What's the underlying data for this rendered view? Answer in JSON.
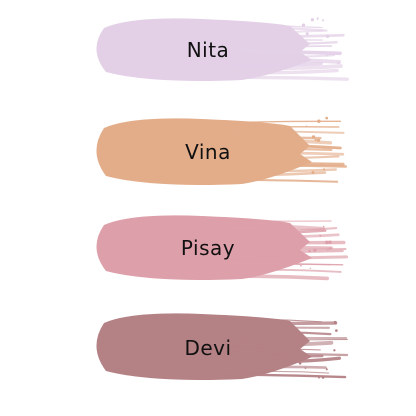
{
  "swatches": [
    {
      "name": "Nita",
      "color": "#e3d0e7"
    },
    {
      "name": "Vina",
      "color": "#e3ad8a"
    },
    {
      "name": "Pisay",
      "color": "#dd9fa9"
    },
    {
      "name": "Devi",
      "color": "#b48185"
    }
  ]
}
